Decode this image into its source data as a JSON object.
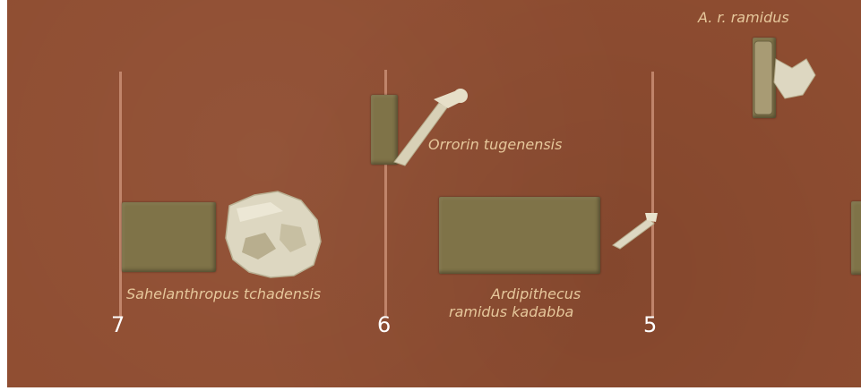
{
  "labels": {
    "sahelanthropus": "Sahelanthropus tchadensis",
    "orrorin": "Orrorin tugenensis",
    "kadabba_line1": "Ardipithecus",
    "kadabba_line2": "ramidus kadabba",
    "ramidus": "A. r. ramidus"
  },
  "ticks": {
    "t7": "7",
    "t6": "6",
    "t5": "5"
  },
  "colors": {
    "background": "#8f4d31",
    "label": "#e6c79b",
    "tick": "#ffffff",
    "block": "#7f7348",
    "bone": "#ddd7c1"
  },
  "icons": [
    "sahelanthropus-skull-icon",
    "orrorin-femur-icon",
    "kadabba-toe-bone-icon",
    "ramidus-fossil-icon"
  ]
}
